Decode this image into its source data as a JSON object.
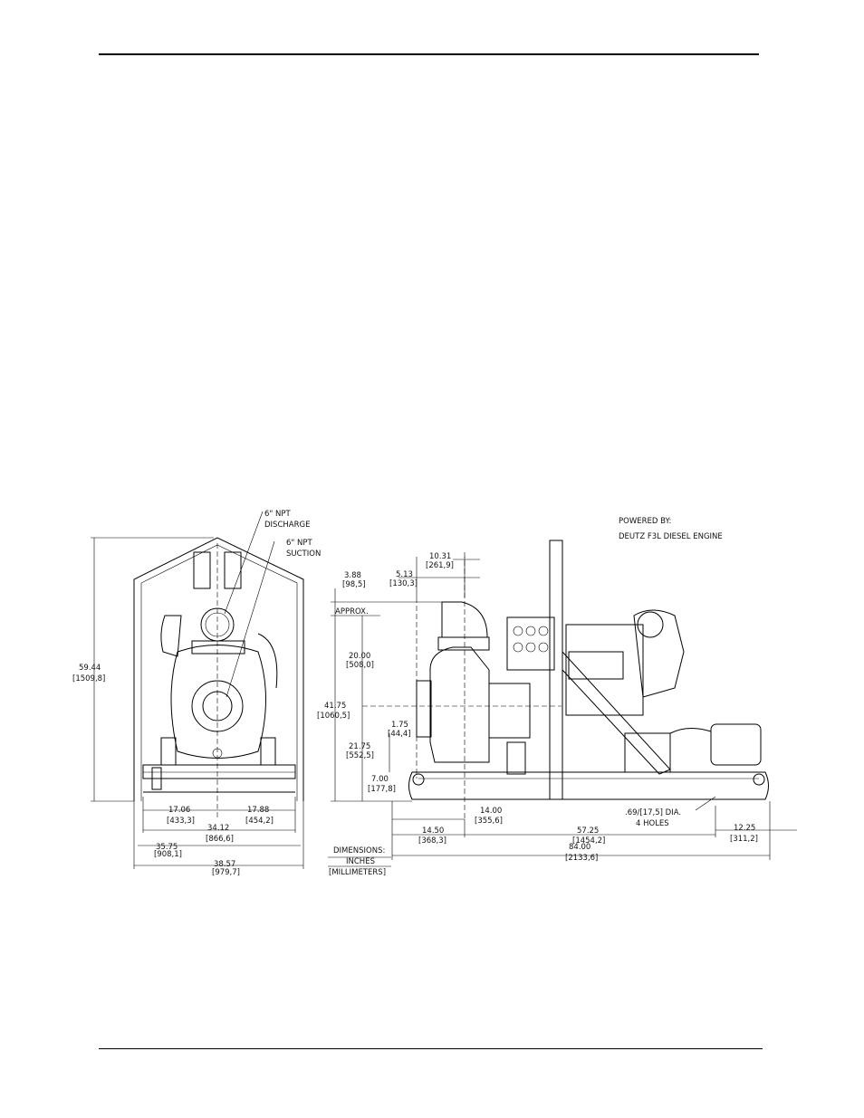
{
  "drawing": {
    "labels": {
      "discharge_1": "6\" NPT",
      "discharge_2": "DISCHARGE",
      "suction_1": "6\" NPT",
      "suction_2": "SUCTION",
      "powered_by": "POWERED BY:",
      "engine": "DEUTZ F3L DIESEL ENGINE",
      "approx": "APPROX.",
      "holes_1": ".69/[17,5] DIA.",
      "holes_2": "4 HOLES",
      "units_1": "DIMENSIONS:",
      "units_2": "INCHES",
      "units_3": "[MILLIMETERS]"
    },
    "dims": {
      "overall_height": "59.44",
      "overall_height_mm": "[1509,8]",
      "w1706": "17.06",
      "w1706_mm": "[433,3]",
      "w1788": "17.88",
      "w1788_mm": "[454,2]",
      "w3412": "34.12",
      "w3412_mm": "[866,6]",
      "w3575": "35.75",
      "w3575_mm": "[908,1]",
      "w3857": "38.57",
      "w3857_mm": "[979,7]",
      "d388": "3.88",
      "d388_mm": "[98,5]",
      "d1031": "10.31",
      "d1031_mm": "[261,9]",
      "d513": "5.13",
      "d513_mm": "[130,3]",
      "d2000": "20.00",
      "d2000_mm": "[508,0]",
      "d4175": "41.75",
      "d4175_mm": "[1060,5]",
      "d175": "1.75",
      "d175_mm": "[44,4]",
      "d2175": "21.75",
      "d2175_mm": "[552,5]",
      "d700": "7.00",
      "d700_mm": "[177,8]",
      "d1400": "14.00",
      "d1400_mm": "[355,6]",
      "d1450": "14.50",
      "d1450_mm": "[368,3]",
      "d5725": "57.25",
      "d5725_mm": "[1454,2]",
      "d1225": "12.25",
      "d1225_mm": "[311,2]",
      "d8400": "84.00",
      "d8400_mm": "[2133,6]"
    }
  }
}
